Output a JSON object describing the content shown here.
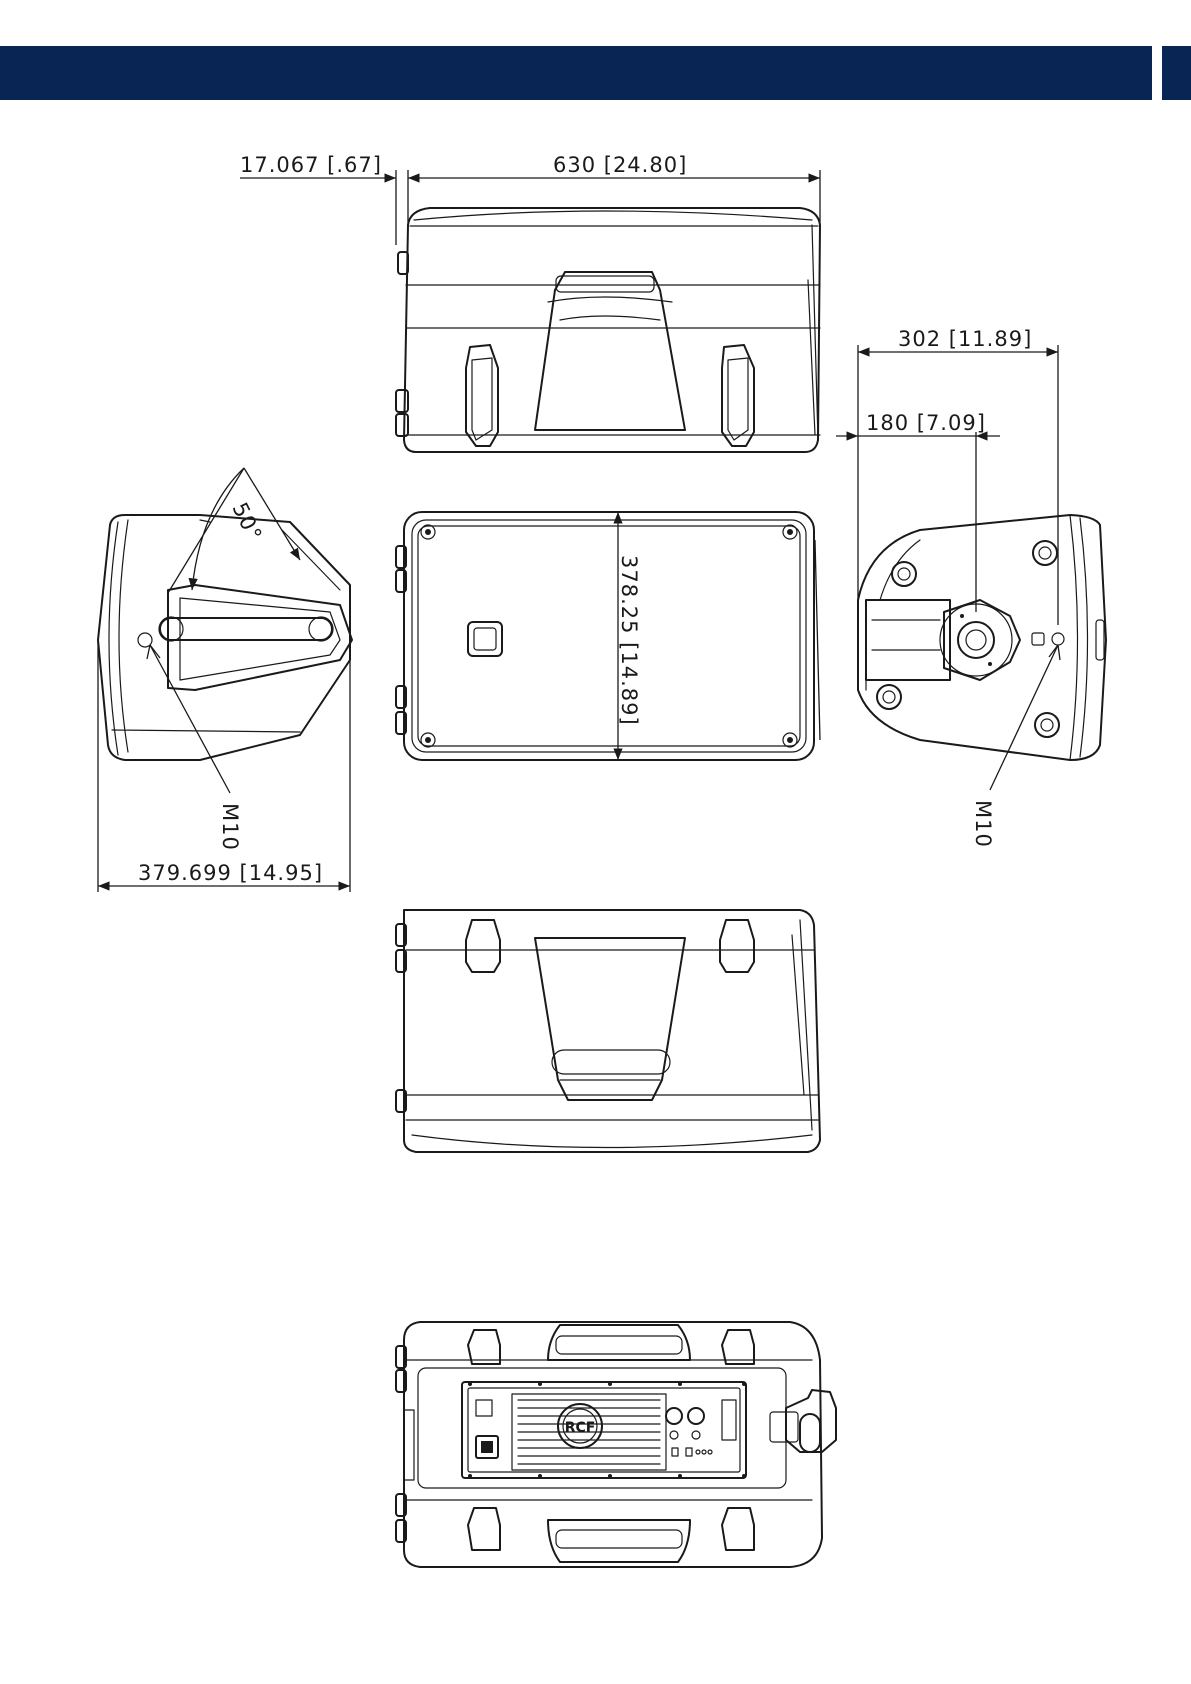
{
  "header": {
    "color": "#082553"
  },
  "dimensions": {
    "offset_label": "17.067 [.67]",
    "width_label": "630 [24.80]",
    "depth_label": "302 [11.89]",
    "pole_offset_label": "180 [7.09]",
    "height_label": "378.25 [14.89]",
    "angle_label": "50°",
    "side_depth_label": "379.699 [14.95]",
    "thread_left_label": "M10",
    "thread_right_label": "M10"
  },
  "logo": {
    "text": "RCF"
  }
}
